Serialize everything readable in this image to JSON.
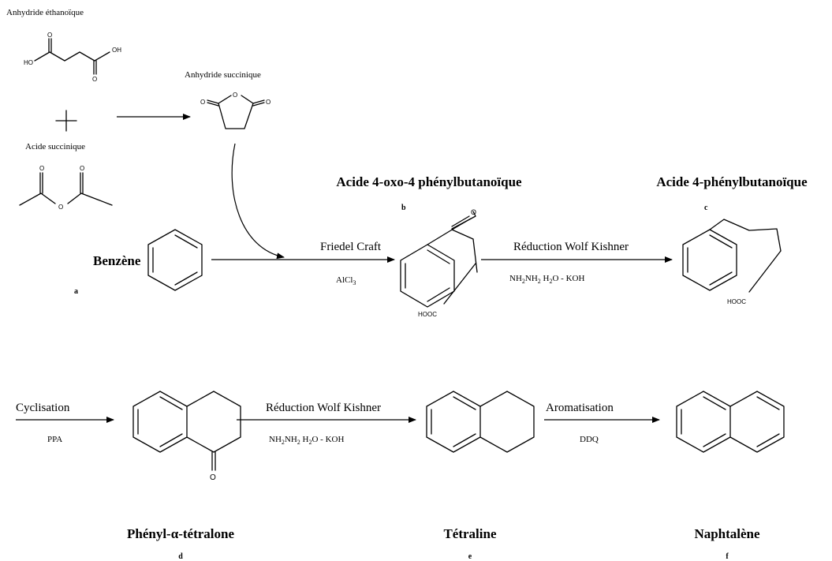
{
  "reagents": {
    "ethanoic_anhydride": "Anhydride éthanoïque",
    "succinic_acid": "Acide succinique",
    "succinic_anhydride": "Anhydride succinique",
    "plus": "+"
  },
  "atoms": {
    "ho": "HO",
    "oh": "OH",
    "o": "O",
    "hooc": "HOOC"
  },
  "compounds": {
    "a": {
      "name": "Benzène",
      "letter": "a"
    },
    "b": {
      "name": "Acide 4-oxo-4 phénylbutanoïque",
      "letter": "b"
    },
    "c": {
      "name": "Acide 4-phénylbutanoïque",
      "letter": "c"
    },
    "d": {
      "name": "Phényl-α-tétralone",
      "letter": "d"
    },
    "e": {
      "name": "Tétraline",
      "letter": "e"
    },
    "f": {
      "name": "Naphtalène",
      "letter": "f"
    }
  },
  "steps": {
    "friedel": {
      "label": "Friedel Craft",
      "reagent_main": "AlCl",
      "reagent_sub": "3"
    },
    "reduction1": {
      "label": "Réduction Wolf Kishner",
      "part1": "NH",
      "s1": "2",
      "part2": "NH",
      "s2": "2",
      "part3": " H",
      "s3": "2",
      "part4": "O - KOH"
    },
    "cyclisation": {
      "label": "Cyclisation",
      "reagent": "PPA"
    },
    "reduction2": {
      "label": "Réduction Wolf Kishner",
      "part1": "NH",
      "s1": "2",
      "part2": "NH",
      "s2": "2",
      "part3": " H",
      "s3": "2",
      "part4": "O - KOH"
    },
    "aromatisation": {
      "label": "Aromatisation",
      "reagent": "DDQ"
    }
  }
}
